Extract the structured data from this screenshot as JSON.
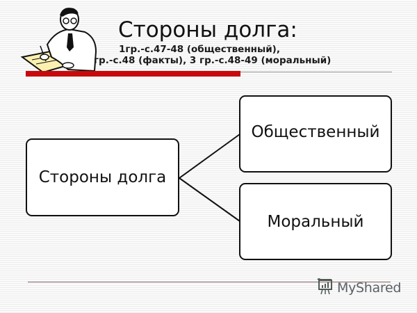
{
  "header": {
    "title": "Стороны долга:",
    "subtitle_line1": "1гр.-с.47-48 (общественный),",
    "subtitle_line2": "гр.-с.48 (факты), 3 гр.-с.48-49 (моральный)",
    "illustration": "man-writing-clipart",
    "accent_color": "#c8090c"
  },
  "diagram": {
    "root": {
      "label": "Стороны долга"
    },
    "children": [
      {
        "label": "Общественный"
      },
      {
        "label": "Моральный"
      }
    ],
    "line_color": "#111111"
  },
  "footer": {
    "logo_icon": "presentation-board-icon",
    "logo_text": "MyShared"
  }
}
